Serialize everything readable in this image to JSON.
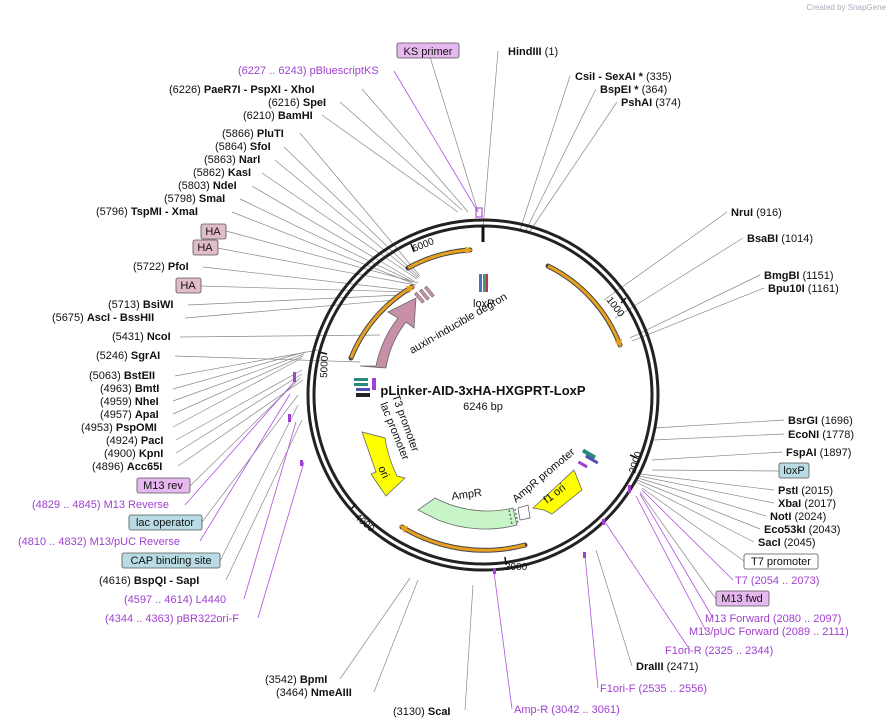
{
  "watermark": "Created by SnapGene",
  "plasmid": {
    "name": "pLinker-AID-3xHA-HXGPRT-LoxP",
    "size": "6246 bp"
  },
  "ticks": [
    "1000",
    "2000",
    "3000",
    "4000",
    "5000",
    "6000"
  ],
  "features": [
    {
      "name": "loxP",
      "label": "loxP"
    },
    {
      "name": "auxin-inducible-degron",
      "label": "auxin-inducible degron"
    },
    {
      "name": "ampr-promoter",
      "label": "AmpR promoter"
    },
    {
      "name": "f1-ori",
      "label": "f1 ori"
    },
    {
      "name": "ampr",
      "label": "AmpR"
    },
    {
      "name": "ori",
      "label": "ori"
    },
    {
      "name": "lac-promoter",
      "label": "lac promoter"
    },
    {
      "name": "t3-promoter",
      "label": "T3 promoter"
    }
  ],
  "feature_boxes": {
    "ks_primer": "KS primer",
    "ha1": "HA",
    "ha2": "HA",
    "ha3": "HA",
    "m13_rev": "M13 rev",
    "lac_operator": "lac operator",
    "cap_site": "CAP binding site",
    "loxp_box": "loxP",
    "t7_promoter": "T7 promoter",
    "m13_fwd": "M13 fwd"
  },
  "sites_left": [
    {
      "pos": "(6226)",
      "name": "PaeR7I",
      "suffix": " - PspXI   - XhoI"
    },
    {
      "pos": "(6216)",
      "name": "SpeI",
      "suffix": ""
    },
    {
      "pos": "(6210)",
      "name": "BamHI",
      "suffix": ""
    },
    {
      "pos": "(5866)",
      "name": "PluTI",
      "suffix": ""
    },
    {
      "pos": "(5864)",
      "name": "SfoI",
      "suffix": ""
    },
    {
      "pos": "(5863)",
      "name": "NarI",
      "suffix": ""
    },
    {
      "pos": "(5862)",
      "name": "KasI",
      "suffix": ""
    },
    {
      "pos": "(5803)",
      "name": "NdeI",
      "suffix": ""
    },
    {
      "pos": "(5798)",
      "name": "SmaI",
      "suffix": ""
    },
    {
      "pos": "(5796)",
      "name": "TspMI",
      "suffix": "   - XmaI"
    },
    {
      "pos": "(5722)",
      "name": "PfoI",
      "suffix": ""
    },
    {
      "pos": "(5713)",
      "name": "BsiWI",
      "suffix": ""
    },
    {
      "pos": "(5675)",
      "name": "AscI",
      "suffix": "   - BssHII"
    },
    {
      "pos": "(5431)",
      "name": "NcoI",
      "suffix": ""
    },
    {
      "pos": "(5246)",
      "name": "SgrAI",
      "suffix": ""
    },
    {
      "pos": "(5063)",
      "name": "BstEII",
      "suffix": ""
    },
    {
      "pos": "(4963)",
      "name": "BmtI",
      "suffix": ""
    },
    {
      "pos": "(4959)",
      "name": "NheI",
      "suffix": ""
    },
    {
      "pos": "(4957)",
      "name": "ApaI",
      "suffix": ""
    },
    {
      "pos": "(4953)",
      "name": "PspOMI",
      "suffix": ""
    },
    {
      "pos": "(4924)",
      "name": "PacI",
      "suffix": ""
    },
    {
      "pos": "(4900)",
      "name": "KpnI",
      "suffix": ""
    },
    {
      "pos": "(4896)",
      "name": "Acc65I",
      "suffix": ""
    },
    {
      "pos": "(4616)",
      "name": "BspQI",
      "suffix": "  - SapI"
    },
    {
      "pos": "(3542)",
      "name": "BpmI",
      "suffix": ""
    },
    {
      "pos": "(3464)",
      "name": "NmeAIII",
      "suffix": ""
    },
    {
      "pos": "(3130)",
      "name": "ScaI",
      "suffix": ""
    }
  ],
  "sites_right": [
    {
      "name": "HindIII",
      "pos": "(1)"
    },
    {
      "name": "CsiI",
      "mid": "   - SexAI *",
      "pos": "(335)"
    },
    {
      "name": "BspEI *",
      "pos": "(364)"
    },
    {
      "name": "PshAI",
      "pos": "(374)"
    },
    {
      "name": "NruI",
      "pos": "(916)"
    },
    {
      "name": "BsaBI",
      "pos": "(1014)"
    },
    {
      "name": "BmgBI",
      "pos": "(1151)"
    },
    {
      "name": "Bpu10I",
      "pos": "(1161)"
    },
    {
      "name": "BsrGI",
      "pos": "(1696)"
    },
    {
      "name": "EcoNI",
      "pos": "(1778)"
    },
    {
      "name": "FspAI",
      "pos": "(1897)"
    },
    {
      "name": "PstI",
      "pos": "(2015)"
    },
    {
      "name": "XbaI",
      "pos": "(2017)"
    },
    {
      "name": "NotI",
      "pos": "(2024)"
    },
    {
      "name": "Eco53kI",
      "pos": "(2043)"
    },
    {
      "name": "SacI",
      "pos": "(2045)"
    },
    {
      "name": "DraIII",
      "pos": "(2471)"
    }
  ],
  "primers": {
    "pbluescriptks": {
      "range": "(6227 .. 6243)",
      "name": "pBluescriptKS"
    },
    "m13_reverse": {
      "range": "(4829 .. 4845)",
      "name": "M13 Reverse"
    },
    "m13puc_reverse": {
      "range": "(4810 .. 4832)",
      "name": "M13/pUC Reverse"
    },
    "l4440": {
      "range": "(4597 .. 4614)",
      "name": "L4440"
    },
    "pbr322ori": {
      "range": "(4344 .. 4363)",
      "name": "pBR322ori-F"
    },
    "amp_r": {
      "name": "Amp-R",
      "range": "(3042 .. 3061)"
    },
    "f1ori_f": {
      "name": "F1ori-F",
      "range": "(2535 .. 2556)"
    },
    "f1ori_r": {
      "name": "F1ori-R",
      "range": "(2325 .. 2344)"
    },
    "m13puc_forward": {
      "name": "M13/pUC Forward",
      "range": "(2089 .. 2111)"
    },
    "m13_forward": {
      "name": "M13 Forward",
      "range": "(2080 .. 2097)"
    },
    "t7": {
      "name": "T7",
      "range": "(2054 .. 2073)"
    }
  },
  "colors": {
    "backbone": "#222222",
    "ampr": "#c8f5c8",
    "ori": "#ffff00",
    "f1ori": "#ffff00",
    "degron": "#c890a8",
    "ampr_promoter": "#ffffff",
    "orange_arc": "#e8a020",
    "primer": "#a040d0"
  }
}
